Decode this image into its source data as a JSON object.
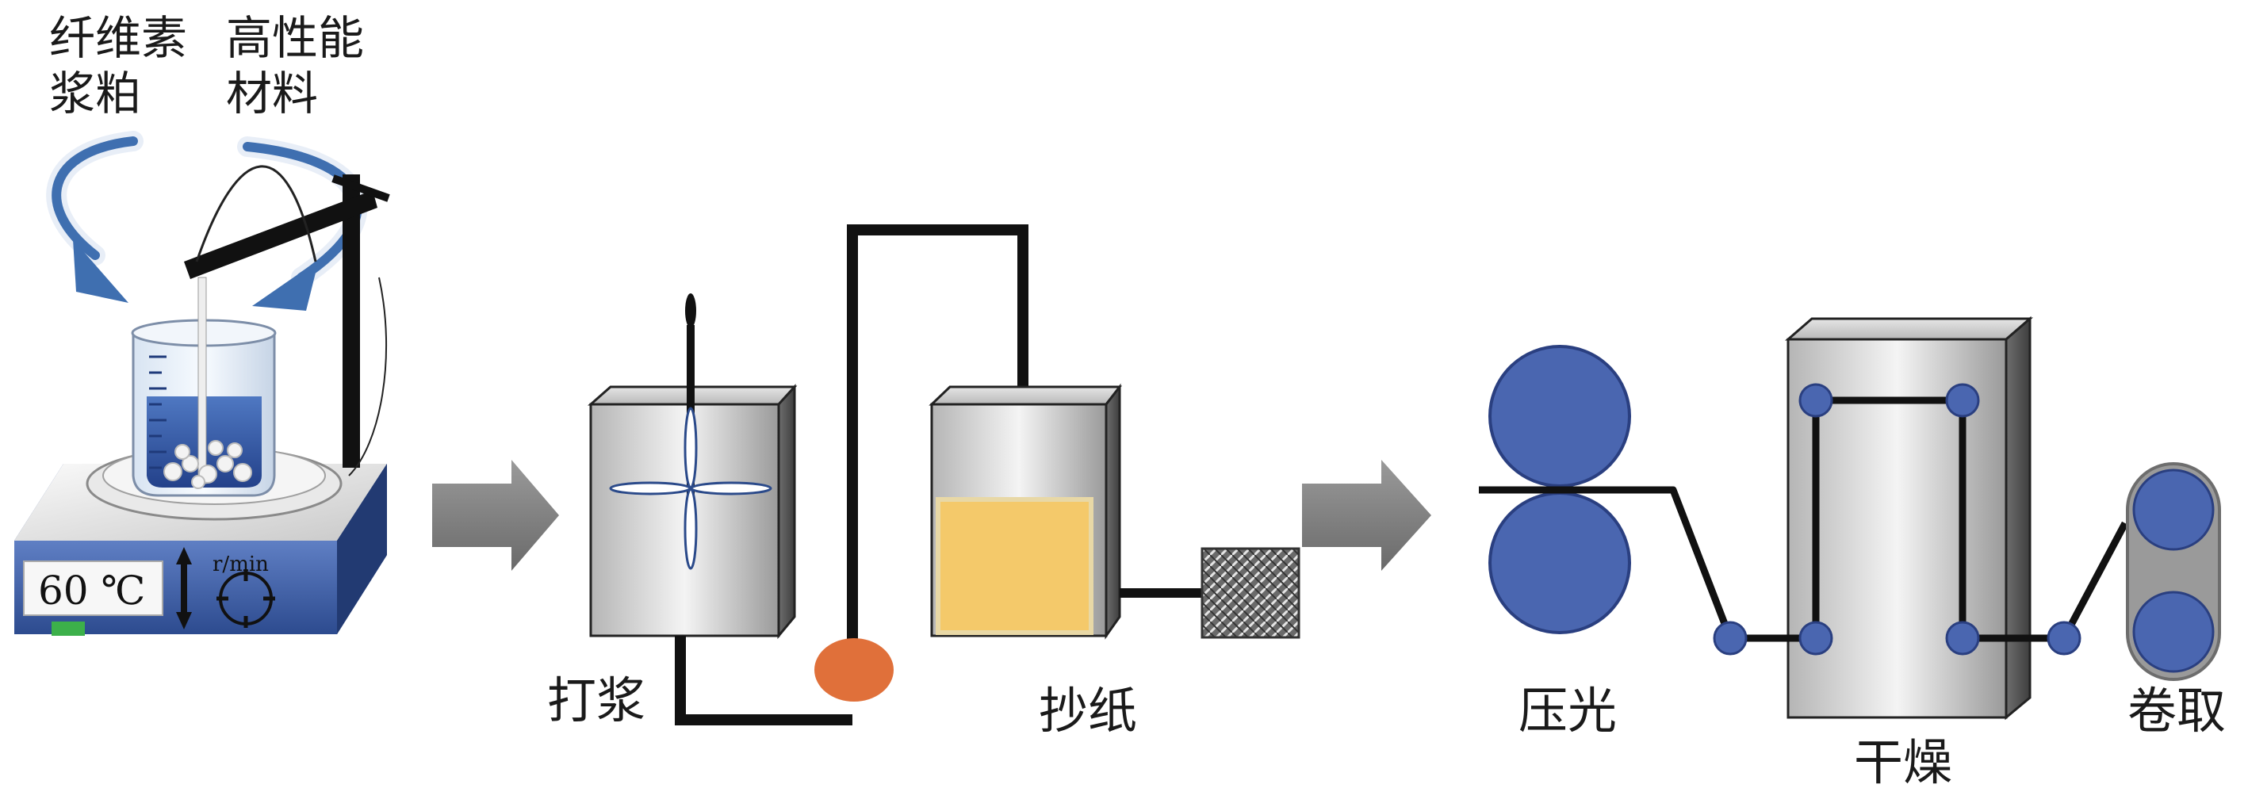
{
  "labels": {
    "cellulose_pulp_line1": "纤维素",
    "cellulose_pulp_line2": "浆粕",
    "hp_material_line1": "高性能",
    "hp_material_line2": "材料",
    "beating": "打浆",
    "papermaking": "抄纸",
    "calendering": "压光",
    "drying": "干燥",
    "winding": "卷取"
  },
  "heater": {
    "temperature": "60 ℃",
    "speed_unit": "r/min"
  },
  "colors": {
    "arrow_blue": "#3f6fb0",
    "roller_blue": "#4a66b0",
    "heater_blue": "#3c5aa0",
    "pump_orange": "#e0703a",
    "pulp_yellow": "#f4c96a",
    "line_black": "#111111",
    "process_arrow_gray": "#7a7a7a",
    "led_green": "#3cb04a"
  }
}
